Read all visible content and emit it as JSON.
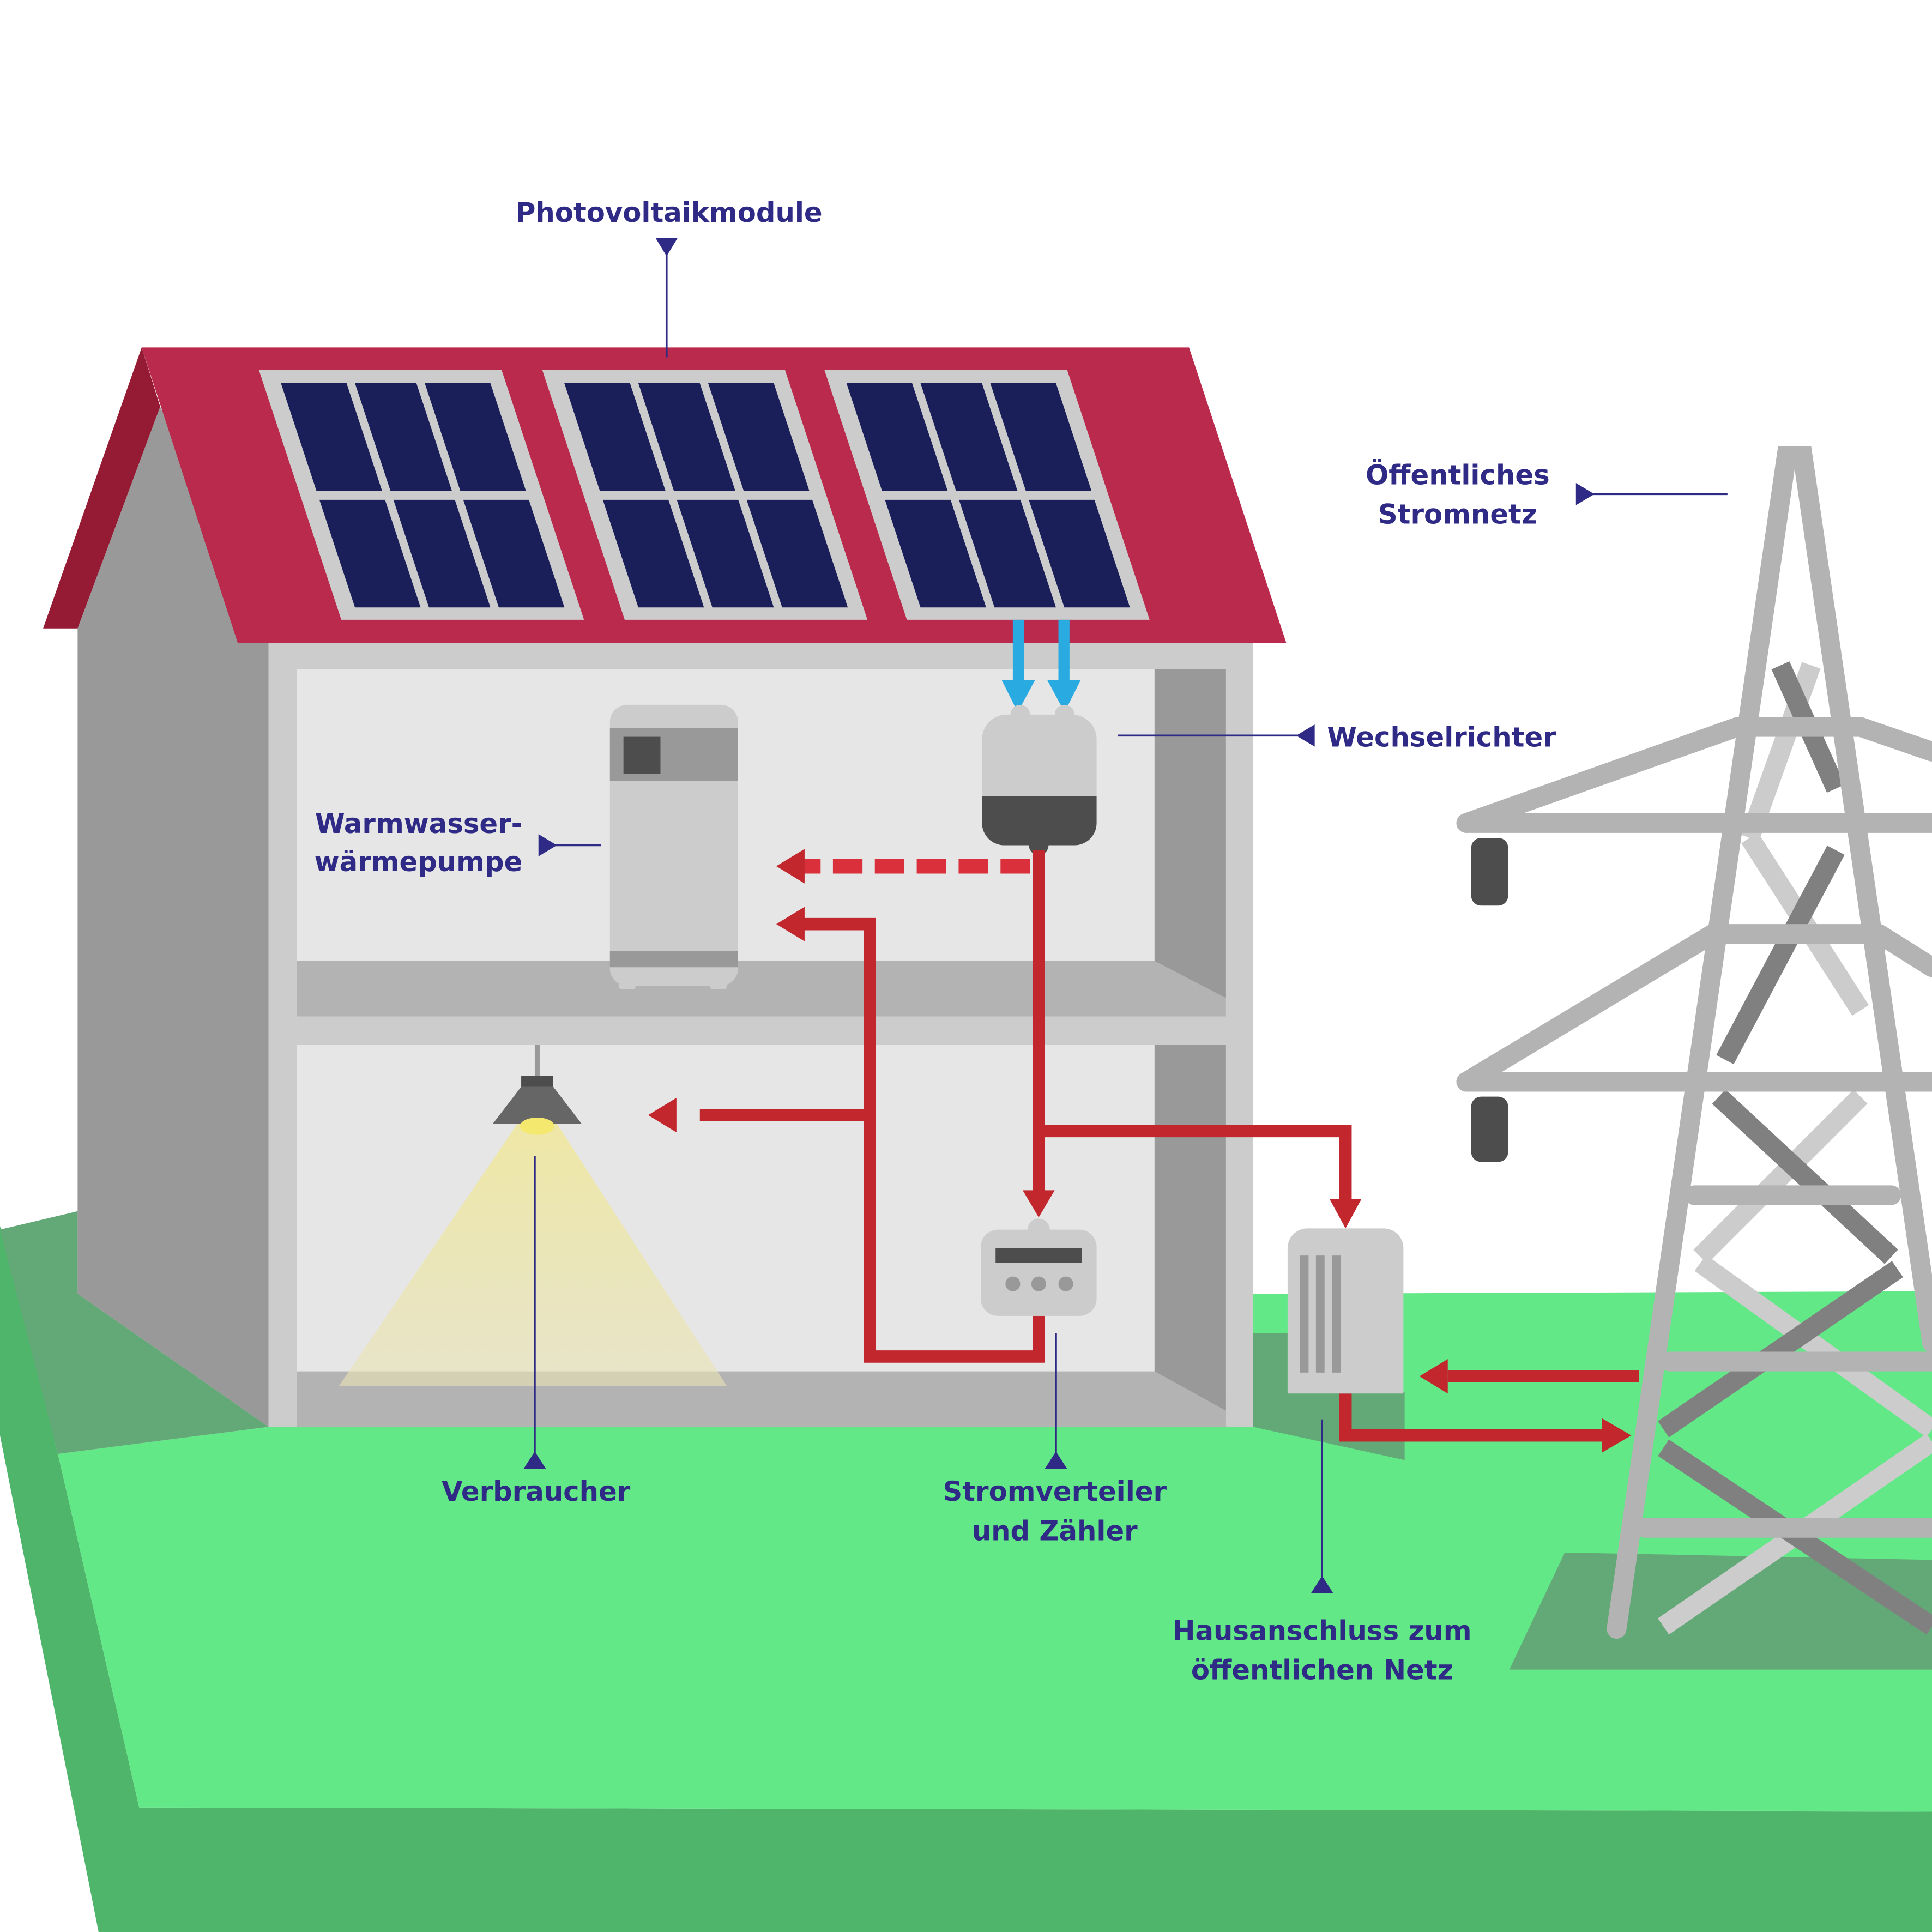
{
  "labels": {
    "pv_modules": "Photovoltaikmodule",
    "grid_line1": "Öffentliches",
    "grid_line2": "Stromnetz",
    "inverter": "Wechselrichter",
    "heatpump_line1": "Warmwasser-",
    "heatpump_line2": "wärmepumpe",
    "consumer": "Verbraucher",
    "meter_line1": "Stromverteiler",
    "meter_line2": "und Zähler",
    "connection_line1": "Hausanschluss zum",
    "connection_line2": "öffentlichen Netz"
  },
  "colors": {
    "roof": "#b92a4c",
    "solar_cell": "#1a1f5a",
    "dc_flow": "#29abe2",
    "ac_flow": "#c1272d",
    "label": "#2e2a85",
    "grass": "#63e888"
  },
  "panels": {
    "count": 3,
    "columns": 3,
    "rows": 2
  }
}
